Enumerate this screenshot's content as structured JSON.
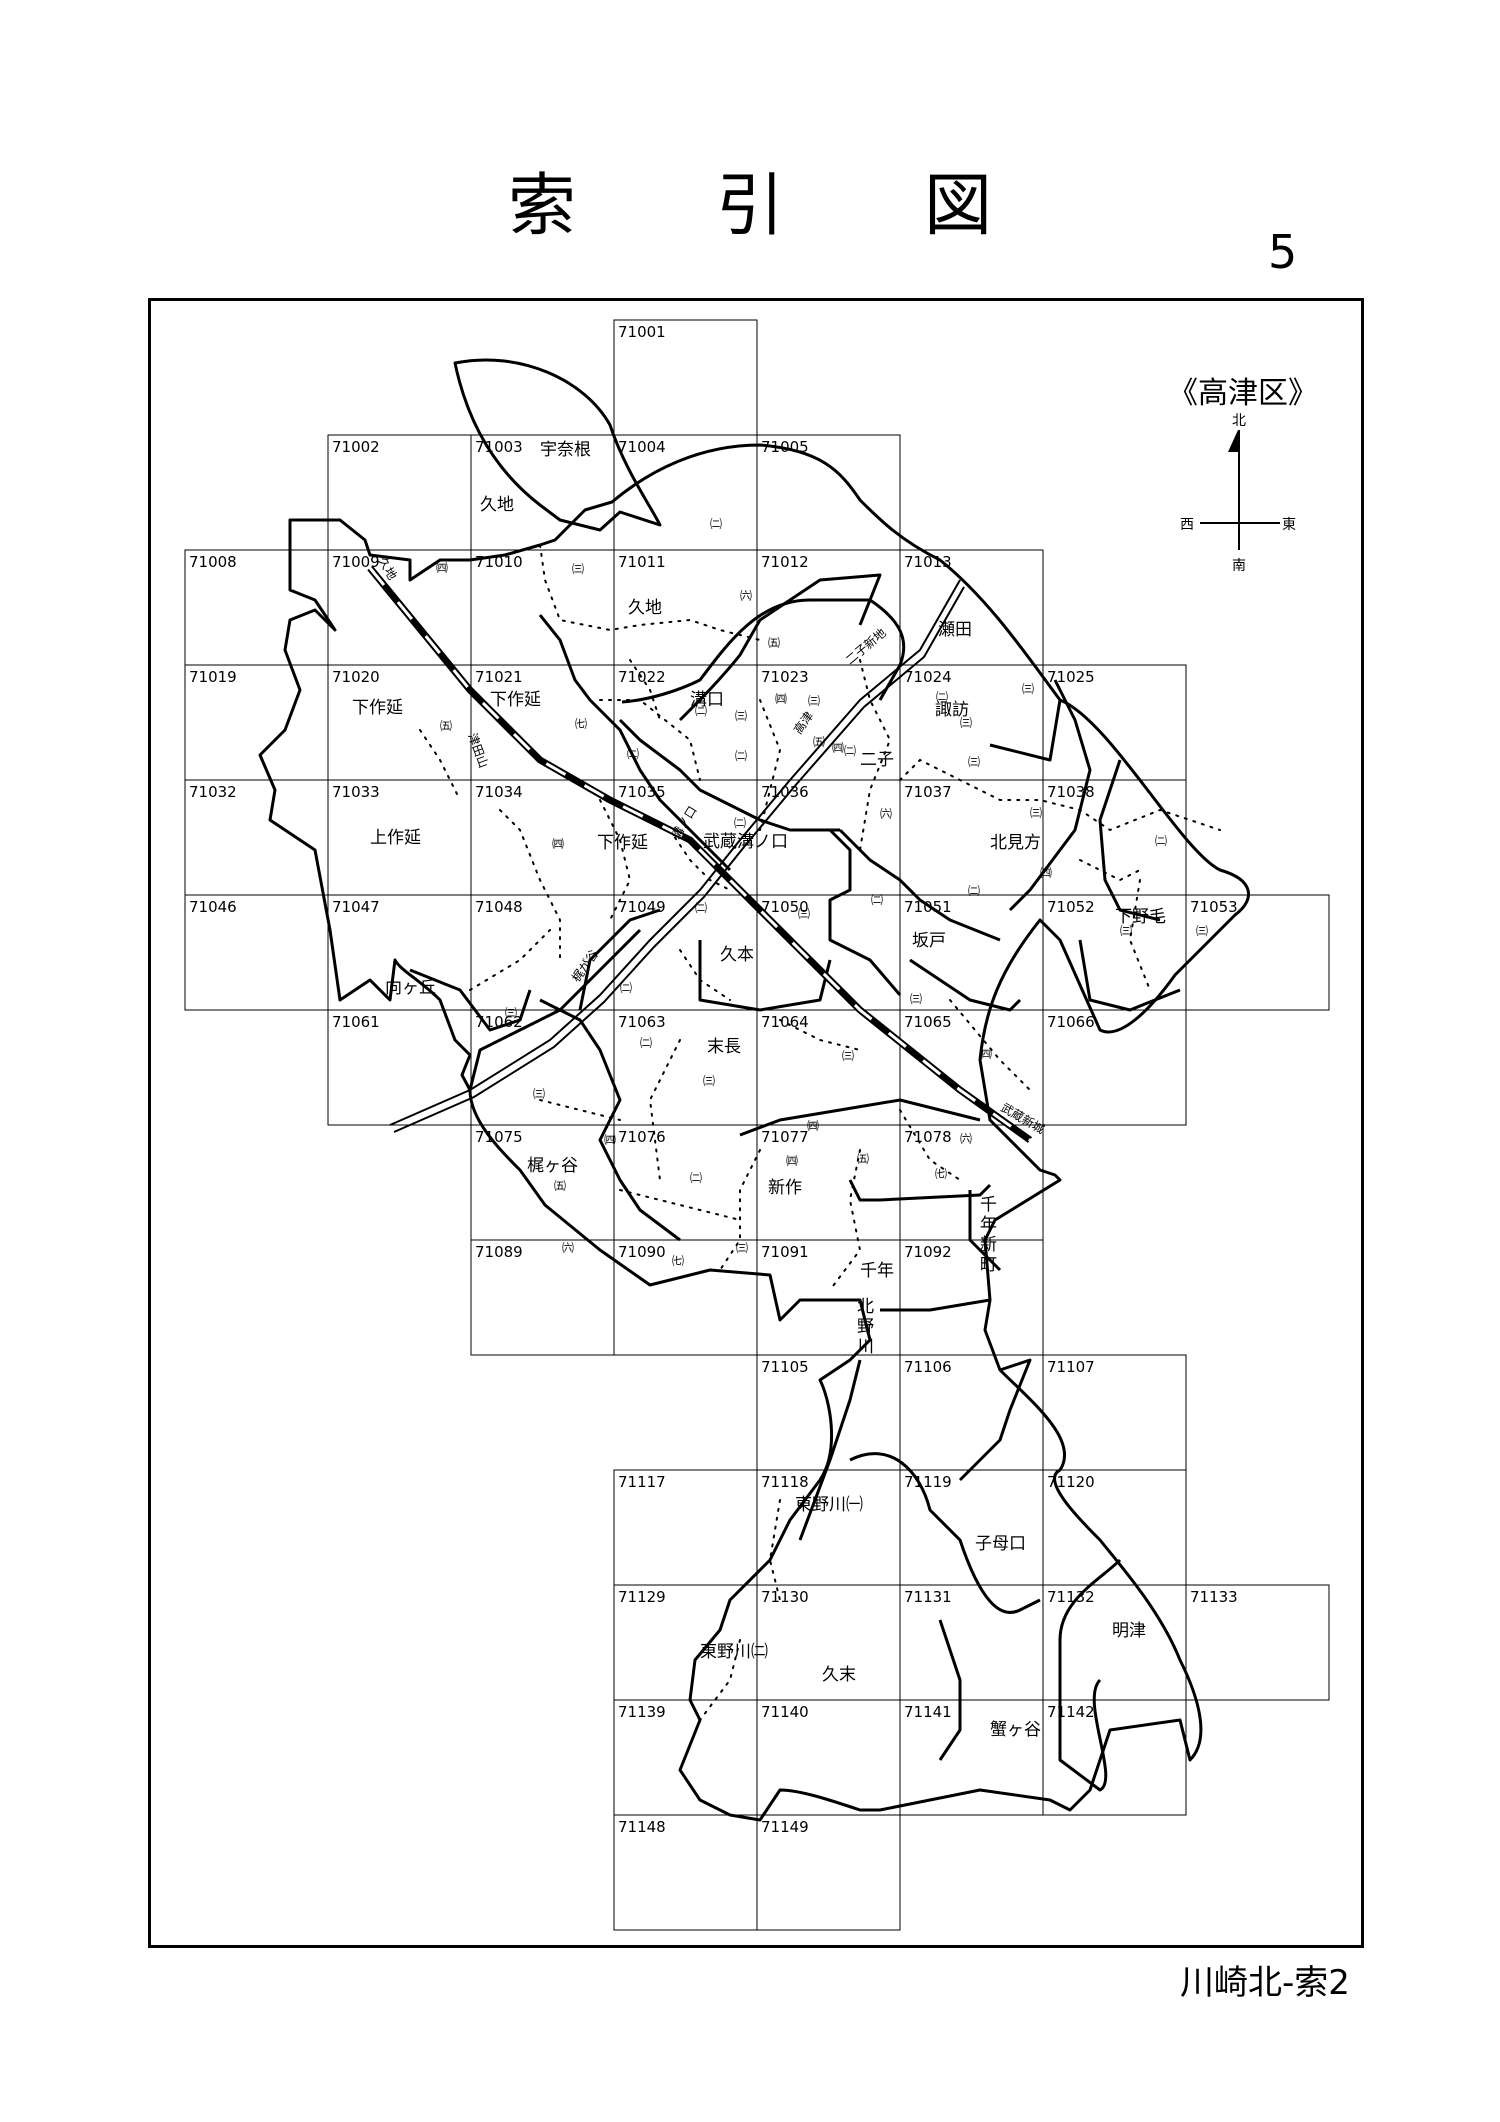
{
  "title_chars": [
    "索",
    "引",
    "図"
  ],
  "page_number": "5",
  "footer": "川崎北-索2",
  "ward_label": "《高津区》",
  "compass": {
    "north": "北",
    "south": "南",
    "east": "東",
    "west": "西"
  },
  "grid_cells": [
    "71001",
    "71002",
    "71003",
    "71004",
    "71005",
    "71008",
    "71009",
    "71010",
    "71011",
    "71012",
    "71013",
    "71019",
    "71020",
    "71021",
    "71022",
    "71023",
    "71024",
    "71025",
    "71032",
    "71033",
    "71034",
    "71035",
    "71036",
    "71037",
    "71038",
    "71046",
    "71047",
    "71048",
    "71049",
    "71050",
    "71051",
    "71052",
    "71053",
    "71061",
    "71062",
    "71063",
    "71064",
    "71065",
    "71066",
    "71075",
    "71076",
    "71077",
    "71078",
    "71089",
    "71090",
    "71091",
    "71092",
    "71105",
    "71106",
    "71107",
    "71117",
    "71118",
    "71119",
    "71120",
    "71129",
    "71130",
    "71131",
    "71132",
    "71133",
    "71139",
    "71140",
    "71141",
    "71142",
    "71148",
    "71149"
  ],
  "places": [
    "宇奈根",
    "久地",
    "久地",
    "瀬田",
    "下作延",
    "下作延",
    "溝口",
    "諏訪",
    "二子",
    "上作延",
    "下作延",
    "北見方",
    "武蔵溝ノ口",
    "久本",
    "坂戸",
    "下野毛",
    "向ヶ丘",
    "末長",
    "梶ヶ谷",
    "新作",
    "千年",
    "千年新町",
    "北野川",
    "子母口",
    "東野川㈠",
    "東野川㈡",
    "久末",
    "明津",
    "蟹ヶ谷"
  ],
  "sub_labels": [
    "㈠",
    "㈡",
    "㈢",
    "㈣",
    "㈤",
    "㈥",
    "㈦"
  ],
  "station_labels": [
    "溝ノ口",
    "梶が谷",
    "高津",
    "二子新地",
    "津田山",
    "武蔵新城",
    "久地"
  ]
}
